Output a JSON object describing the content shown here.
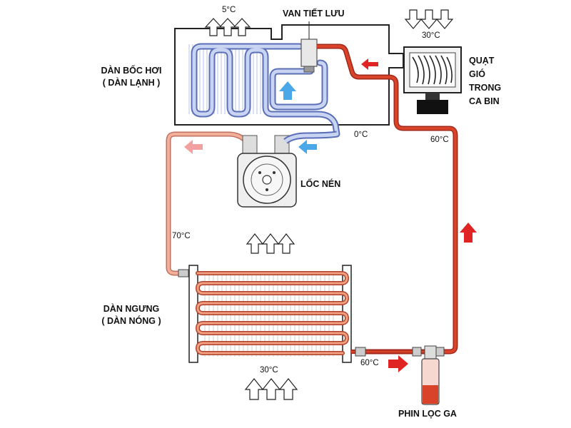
{
  "labels": {
    "evaporator_line1": "DÀN BỐC HƠI",
    "evaporator_line2": "( DÀN LẠNH )",
    "expansion_valve": "VAN TIẾT LƯU",
    "fan_line1": "QUẠT",
    "fan_line2": "GIÓ",
    "fan_line3": "TRONG",
    "fan_line4": "CA BIN",
    "compressor": "LỐC NÉN",
    "condenser_line1": "DÀN NGƯNG",
    "condenser_line2": "( DÀN NÓNG )",
    "filter": "PHIN LỌC GA"
  },
  "temps": {
    "evaporator_out_air": "5°C",
    "cabin_in_air": "30°C",
    "suction": "0°C",
    "liquid_line_right": "60°C",
    "discharge": "70°C",
    "condenser_air": "30°C",
    "condenser_out": "60°C"
  },
  "colors": {
    "hot_line": "#d9432a",
    "discharge_line": "#f0a890",
    "cold_line": "#7f95d8",
    "arrow_red": "#e02424",
    "arrow_pink": "#f2a0a0",
    "arrow_blue": "#4aa8e8",
    "outline": "#222222"
  }
}
